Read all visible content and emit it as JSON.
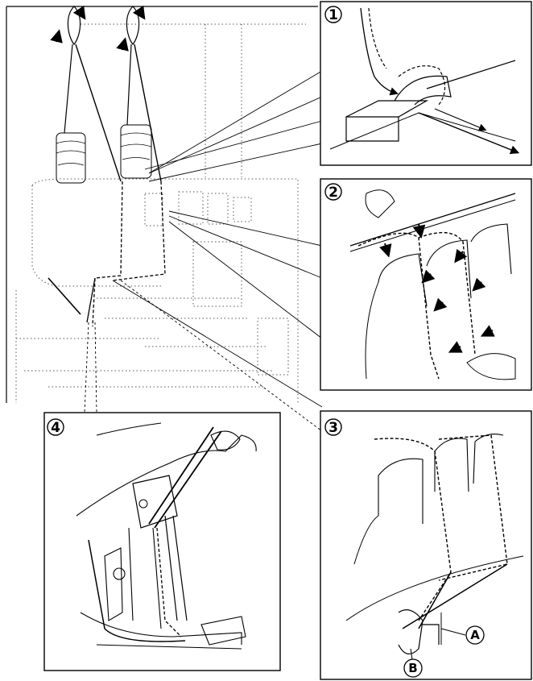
{
  "panels": [
    {
      "id": "1",
      "number": "1"
    },
    {
      "id": "2",
      "number": "2"
    },
    {
      "id": "3",
      "number": "3"
    },
    {
      "id": "4",
      "number": "4"
    }
  ],
  "callouts": {
    "a": "A",
    "b": "B"
  },
  "colors": {
    "ink": "#000000",
    "background": "#ffffff",
    "dotted": "#555555"
  }
}
